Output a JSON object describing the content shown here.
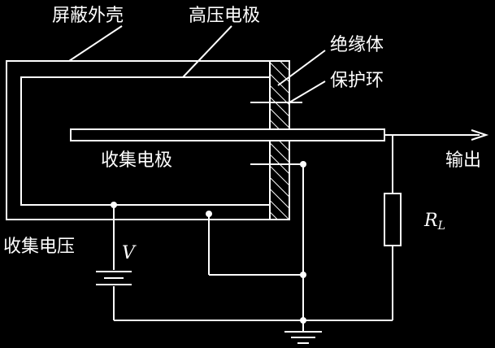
{
  "labels": {
    "shield_shell": "屏蔽外壳",
    "high_voltage_electrode": "高压电极",
    "insulator": "绝缘体",
    "guard_ring": "保护环",
    "collector_electrode": "收集电极",
    "output": "输出",
    "collector_voltage": "收集电压",
    "voltage_symbol": "V",
    "load_resistor_base": "R",
    "load_resistor_sub": "L"
  },
  "colors": {
    "background": "#000000",
    "line": "#ffffff"
  }
}
